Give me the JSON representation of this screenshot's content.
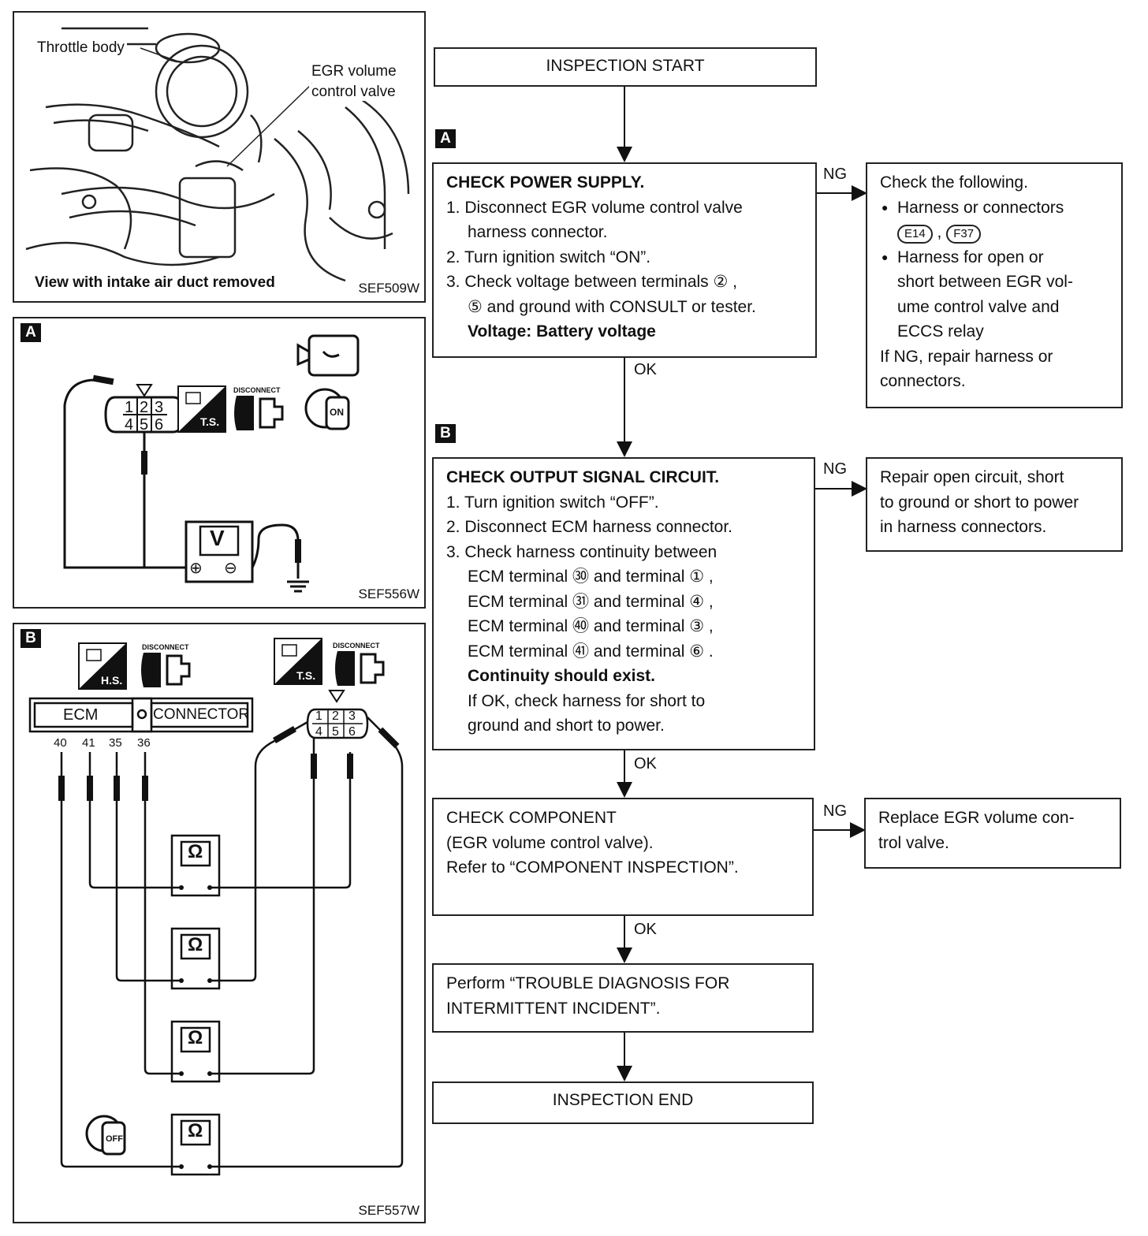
{
  "photo_panel": {
    "throttle_label": "Throttle body",
    "egr_label_line1": "EGR volume",
    "egr_label_line2": "control valve",
    "caption": "View with intake air duct removed",
    "code": "SEF509W"
  },
  "panel_a": {
    "tag": "A",
    "pin_labels": [
      "1",
      "2",
      "3",
      "4",
      "5",
      "6"
    ],
    "meter": "V",
    "plus": "⊕",
    "minus": "⊖",
    "ts_label": "T.S.",
    "disconnect_label": "DISCONNECT",
    "ignition_label": "ON",
    "code": "SEF556W"
  },
  "panel_b": {
    "tag": "B",
    "hs_label": "H.S.",
    "ts_label": "T.S.",
    "disconnect_label": "DISCONNECT",
    "ecm_label": "ECM",
    "connector_label": "CONNECTOR",
    "ecm_pins": [
      "40",
      "41",
      "35",
      "36"
    ],
    "pin_labels": [
      "1",
      "2",
      "3",
      "4",
      "5",
      "6"
    ],
    "meter": "Ω",
    "ignition_label": "OFF",
    "code": "SEF557W"
  },
  "flow": {
    "start": "INSPECTION START",
    "end": "INSPECTION END",
    "tag_a": "A",
    "tag_b": "B",
    "ng": "NG",
    "ok": "OK",
    "step1": {
      "title": "CHECK POWER SUPPLY.",
      "l1": "1. Disconnect EGR volume control valve",
      "l1b": "harness connector.",
      "l2": "2. Turn ignition switch “ON”.",
      "l3": "3. Check voltage between terminals ② ,",
      "l3b": "⑤  and ground with CONSULT or tester.",
      "l4": "Voltage: Battery voltage"
    },
    "ng1": {
      "l1": "Check the following.",
      "b1": "Harness or connectors",
      "c1": "E14",
      "c2": "F37",
      "b2a": "Harness for open or",
      "b2b": "short between EGR vol-",
      "b2c": "ume control valve and",
      "b2d": "ECCS relay",
      "l5": "If NG, repair harness or",
      "l6": "connectors."
    },
    "step2": {
      "title": "CHECK OUTPUT SIGNAL CIRCUIT.",
      "l1": "1. Turn ignition switch “OFF”.",
      "l2": "2. Disconnect ECM harness connector.",
      "l3": "3. Check harness continuity between",
      "l4": "ECM terminal ㉚  and terminal ① ,",
      "l5": "ECM terminal ㉛  and terminal ④ ,",
      "l6": "ECM terminal ㊵  and terminal ③ ,",
      "l7": "ECM terminal ㊶  and terminal ⑥ .",
      "l8": "Continuity should exist.",
      "l9": "If OK, check harness for short to",
      "l10": "ground and short to power."
    },
    "ng2": {
      "l1": "Repair open circuit, short",
      "l2": "to ground or short to power",
      "l3": "in harness connectors."
    },
    "step3": {
      "l1": "CHECK COMPONENT",
      "l2": "(EGR volume control valve).",
      "l3": "Refer to “COMPONENT INSPECTION”."
    },
    "ng3": {
      "l1": "Replace EGR volume con-",
      "l2": "trol valve."
    },
    "step4": {
      "l1": "Perform “TROUBLE DIAGNOSIS FOR",
      "l2": "INTERMITTENT INCIDENT”."
    }
  }
}
